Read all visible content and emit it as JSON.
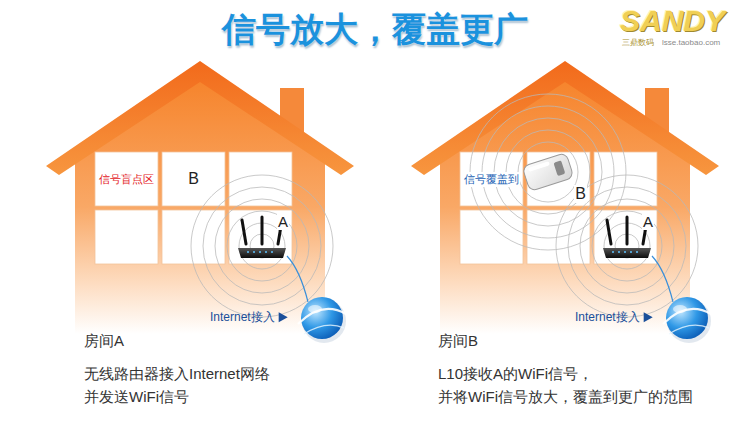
{
  "diagram": {
    "title": "信号放大，覆盖更广",
    "nodes": [
      {
        "text": [
          "信号盲点区"
        ]
      },
      {
        "text": [
          "B"
        ]
      },
      {
        "text": [
          "A"
        ]
      },
      {
        "text": [
          "信号覆盖到"
        ]
      },
      {
        "text": [
          "B"
        ]
      },
      {
        "text": [
          "A"
        ]
      }
    ],
    "labels": [
      "SANDY",
      "三鼎数码",
      "lsse.taobao.com",
      "Internet接入",
      "房间A",
      "无线路由器接入Internet网络 并发送WiFi信号",
      "Internet接入",
      "房间B",
      "L10接收A的WiFi信号， 并将WiFi信号放大，覆盖到更广的范围"
    ]
  }
}
